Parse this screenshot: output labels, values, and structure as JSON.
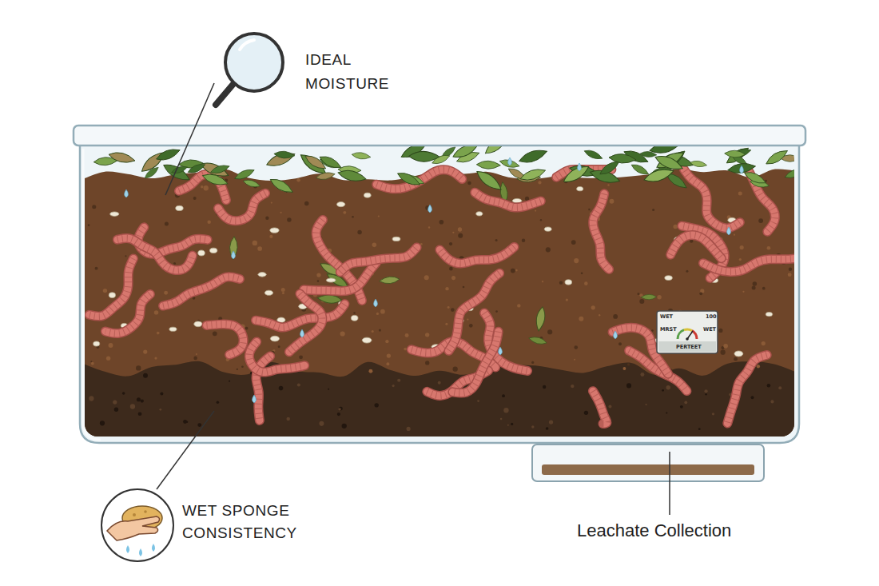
{
  "diagram": {
    "labels": [
      "IDEAL MOISTURE",
      "WET SPONGE CONSISTENCY",
      "Leachate Collection",
      "WET",
      "100",
      "MRST",
      "WET",
      "PERTEET"
    ]
  }
}
